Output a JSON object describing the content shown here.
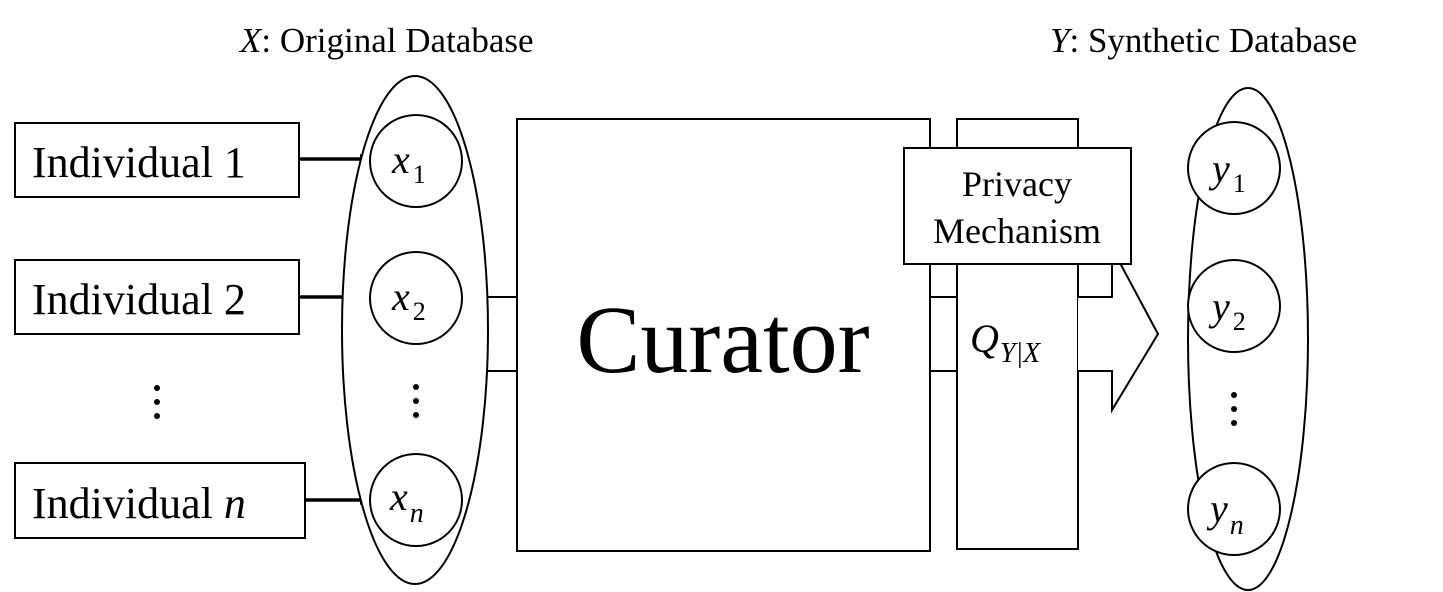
{
  "original_db": {
    "var": "X",
    "label": ": Original Database",
    "items": [
      {
        "base": "x",
        "sub": "1"
      },
      {
        "base": "x",
        "sub": "2"
      },
      {
        "base": "x",
        "sub": "n"
      }
    ]
  },
  "synthetic_db": {
    "var": "Y",
    "label": ": Synthetic Database",
    "items": [
      {
        "base": "y",
        "sub": "1"
      },
      {
        "base": "y",
        "sub": "2"
      },
      {
        "base": "y",
        "sub": "n"
      }
    ]
  },
  "individuals": [
    {
      "prefix": "Individual ",
      "num": "1"
    },
    {
      "prefix": "Individual ",
      "num": "2"
    },
    {
      "prefix": "Individual ",
      "num": "n"
    }
  ],
  "curator": {
    "label": "Curator"
  },
  "mechanism": {
    "line1": "Privacy",
    "line2": "Mechanism",
    "q_base": "Q",
    "q_sub": "Y|X"
  }
}
